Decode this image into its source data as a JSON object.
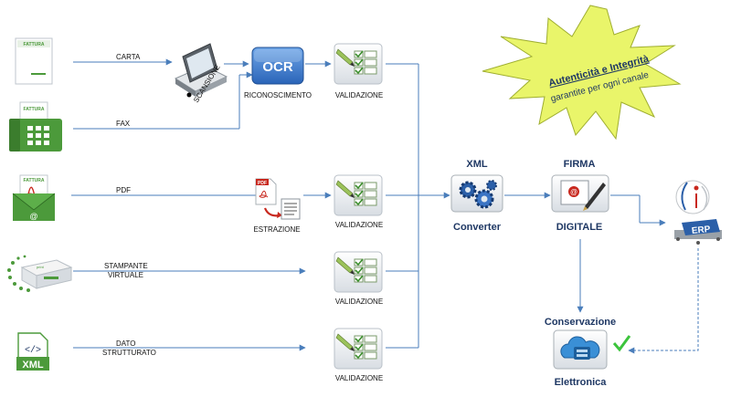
{
  "inputs": {
    "fattura_label": "FATTURA",
    "carta": "CARTA",
    "fax": "FAX",
    "pdf": "PDF",
    "stampante_line1": "STAMPANTE",
    "stampante_line2": "VIRTUALE",
    "dato_line1": "DATO",
    "dato_line2": "STRUTTURATO",
    "xml_badge": "XML",
    "printer_tag": "print"
  },
  "steps": {
    "scansione": "SCANSIONE",
    "ocr": "OCR",
    "riconoscimento": "RICONOSCIMENTO",
    "estrazione": "ESTRAZIONE",
    "pdf_badge": "PDF",
    "validazione": "VALIDAZIONE"
  },
  "center": {
    "xml_title": "XML",
    "converter": "Converter",
    "firma_title": "FIRMA",
    "digitale": "DIGITALE"
  },
  "output": {
    "erp": "ERP",
    "conservazione": "Conservazione",
    "elettronica": "Elettronica"
  },
  "starburst": {
    "line1": "Autenticità e Integrità",
    "line2": "garantite per ogni canale"
  },
  "colors": {
    "flow_line": "#4a7ebb",
    "green": "#4c9a3b",
    "navy": "#1f3864",
    "starburst": "#e9f56a"
  }
}
